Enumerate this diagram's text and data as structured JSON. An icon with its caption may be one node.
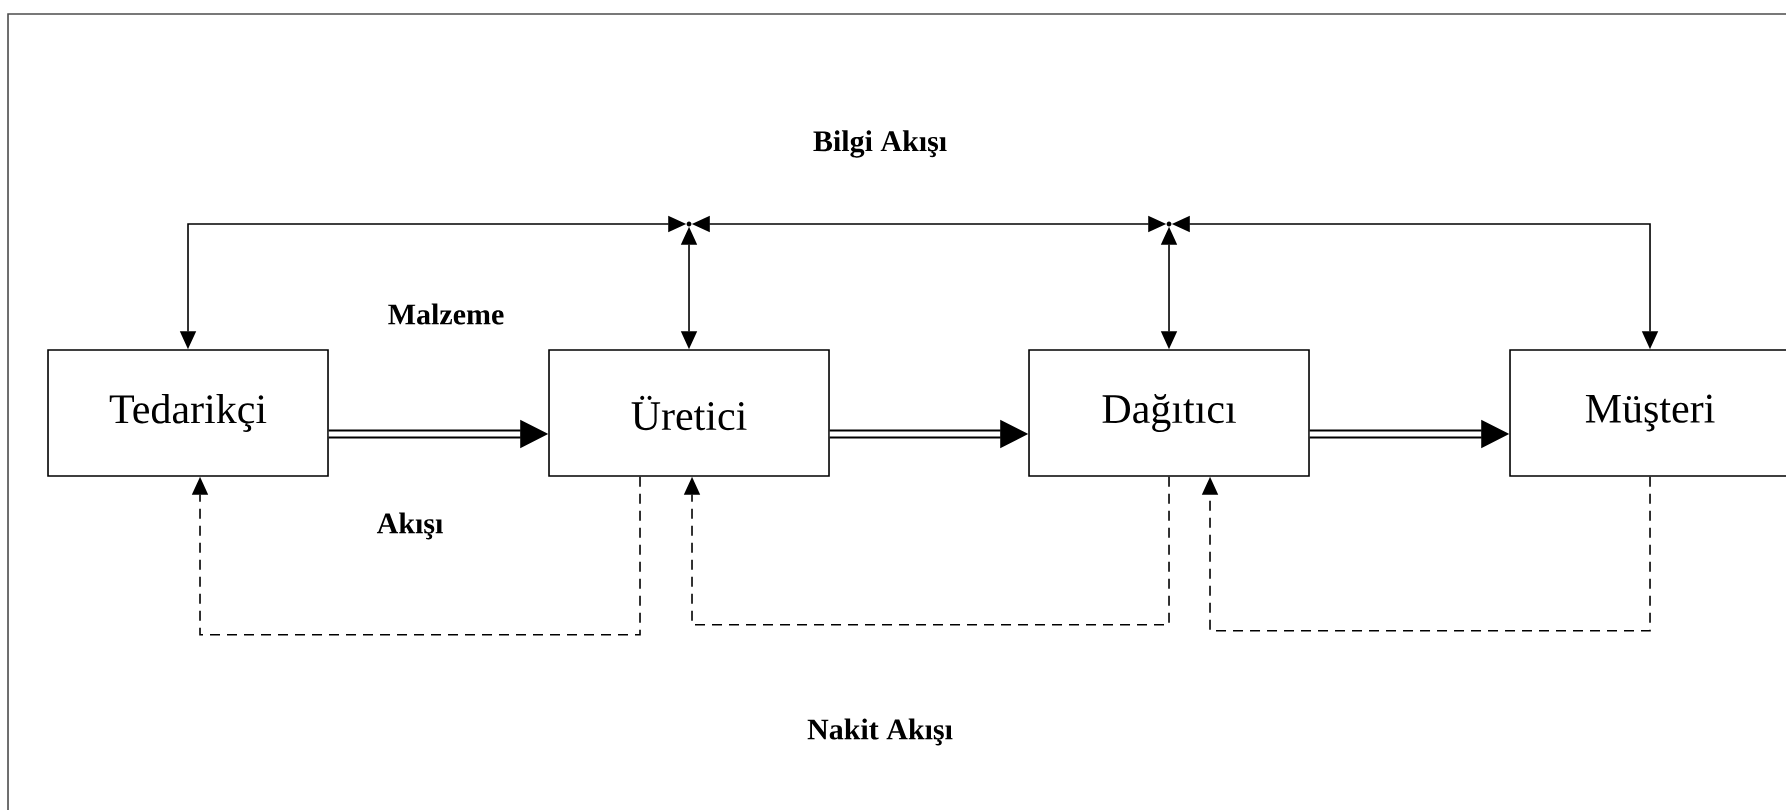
{
  "diagram": {
    "nodes": [
      {
        "text": [
          "Tedarikçi"
        ]
      },
      {
        "text": [
          "Üretici"
        ]
      },
      {
        "text": [
          "Dağıtıcı"
        ]
      },
      {
        "text": [
          "Müşteri"
        ]
      },
      {
        "text": [],
        "shape": "point"
      },
      {
        "text": [],
        "shape": "point"
      }
    ],
    "edges": [
      {
        "from": 0,
        "to": 4,
        "arrow": "both"
      },
      {
        "from": 4,
        "to": 1,
        "arrow": "both"
      },
      {
        "from": 4,
        "to": 5,
        "arrow": "both"
      },
      {
        "from": 5,
        "to": 2,
        "arrow": "both"
      },
      {
        "from": 5,
        "to": 3,
        "arrow": "both"
      },
      {
        "from": 0,
        "to": 1,
        "arrow": "to",
        "style": "thick"
      },
      {
        "from": 1,
        "to": 2,
        "arrow": "to",
        "style": "thick"
      },
      {
        "from": 2,
        "to": 3,
        "arrow": "to",
        "style": "thick"
      },
      {
        "from": 1,
        "to": 0,
        "arrow": "to",
        "style": "dashed"
      },
      {
        "from": 2,
        "to": 1,
        "arrow": "to",
        "style": "dashed"
      },
      {
        "from": 3,
        "to": 2,
        "arrow": "to",
        "style": "dashed"
      }
    ],
    "labels": [
      "Bilgi Akışı",
      "Malzeme",
      "Akışı",
      "Nakit Akışı"
    ]
  }
}
